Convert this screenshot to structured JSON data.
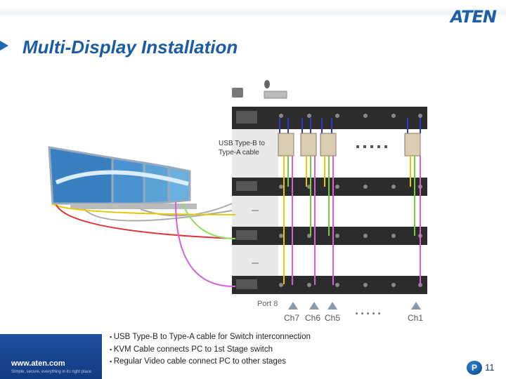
{
  "brand": {
    "logo_text": "ATEN",
    "accent": "#1b5aa6"
  },
  "title": "Multi-Display Installation",
  "diagram": {
    "usb_label_line1": "USB Type-B to",
    "usb_label_line2": "Type-A cable",
    "port_label": "Port 8",
    "channels": [
      "Ch7",
      "Ch6",
      "Ch5",
      "Ch1"
    ],
    "ellipsis": ".....",
    "cable_colors": {
      "usb": "#2a3ad0",
      "kvm": "#e8c800",
      "video1": "#8ee060",
      "video2": "#7cc840",
      "video3": "#d860d8",
      "red": "#e03030"
    }
  },
  "bullets": [
    "USB Type-B to Type-A cable for Switch interconnection",
    "KVM Cable connects PC to 1st Stage switch",
    "Regular Video cable connect PC to other stages"
  ],
  "footer": {
    "url": "www.aten.com",
    "tagline": "Simple, secure, everything in its right place",
    "page_icon": "P",
    "page_number": "11"
  }
}
